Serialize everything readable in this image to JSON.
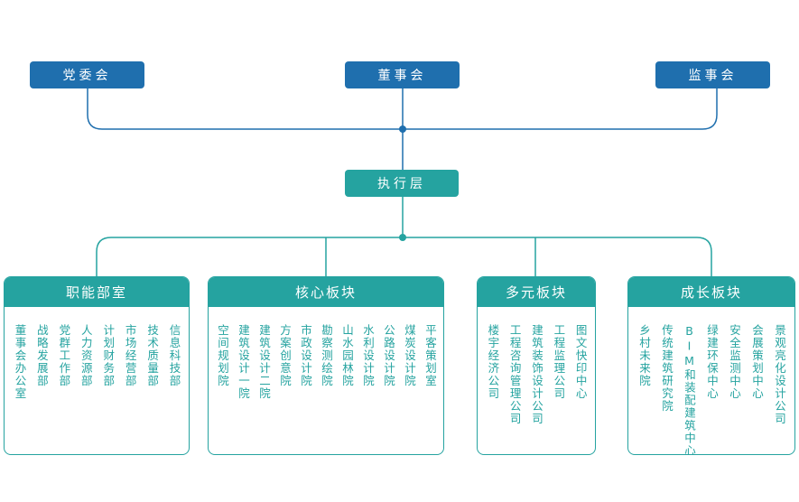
{
  "top_bodies": {
    "party": "党委会",
    "board": "董事会",
    "supervisory": "监事会"
  },
  "executive": "执行层",
  "groups": [
    {
      "title": "职能部室",
      "items": [
        "董事会办公室",
        "战略发展部",
        "党群工作部",
        "人力资源部",
        "计划财务部",
        "市场经营部",
        "技术质量部",
        "信息科技部"
      ]
    },
    {
      "title": "核心板块",
      "items": [
        "空间规划院",
        "建筑设计一院",
        "建筑设计二院",
        "方案创意院",
        "市政设计院",
        "勘察测绘院",
        "山水园林院",
        "水利设计院",
        "公路设计院",
        "煤炭设计院",
        "平客策划室"
      ]
    },
    {
      "title": "多元板块",
      "items": [
        "楼宇经济公司",
        "工程咨询管理公司",
        "建筑装饰设计公司",
        "工程监理公司",
        "图文快印中心"
      ]
    },
    {
      "title": "成长板块",
      "items": [
        "乡村未来院",
        "传统建筑研究院",
        "BIM和装配建筑中心",
        "绿建环保中心",
        "安全监测中心",
        "会展策划中心",
        "景观亮化设计公司"
      ]
    }
  ],
  "colors": {
    "top_box": "#1f6fae",
    "teal": "#25a3a0",
    "connector": "#1f6fae"
  }
}
